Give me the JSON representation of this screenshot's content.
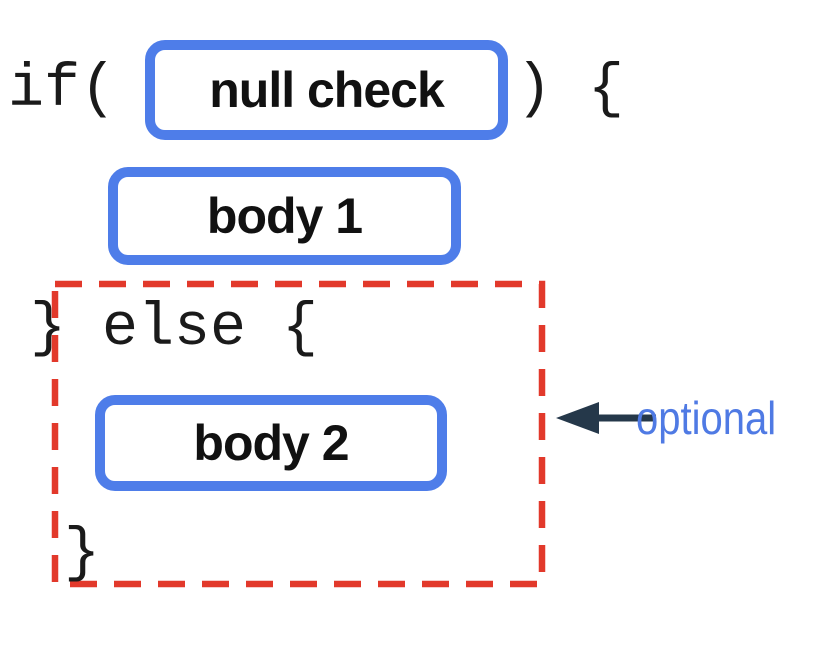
{
  "diagram": {
    "line1_prefix": "if(",
    "line1_suffix": ") {",
    "condition_label": "null check",
    "body1_label": "body 1",
    "else_line": "} else {",
    "body2_label": "body 2",
    "closing_brace": "}",
    "annotation_label": "optional"
  },
  "colors": {
    "slot_border_blue": "#4E7DE9",
    "optional_region_red": "#E2392B",
    "arrow_dark": "#25384A",
    "annotation_blue": "#4F7AE4",
    "code_text": "#1A1A1A"
  }
}
